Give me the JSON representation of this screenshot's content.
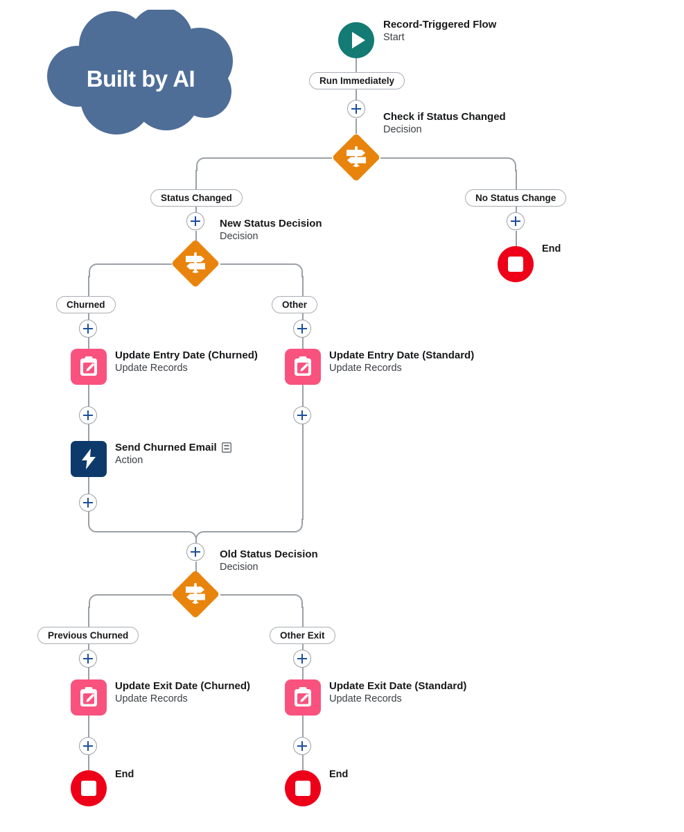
{
  "logo": {
    "text": "Built by AI",
    "color": "#4e6e98"
  },
  "colors": {
    "start": "#137a74",
    "decision": "#e8840c",
    "update_records": "#f9527f",
    "action": "#0d3a6b",
    "end": "#ed0018",
    "connector": "#9aa0a6",
    "plus": "#1b4f9c",
    "background": "#ffffff"
  },
  "nodes": {
    "start": {
      "title": "Record-Triggered Flow",
      "subtitle": "Start",
      "icon": "play-icon"
    },
    "decision1": {
      "title": "Check if Status Changed",
      "subtitle": "Decision",
      "icon": "signpost-icon"
    },
    "decision2": {
      "title": "New Status Decision",
      "subtitle": "Decision",
      "icon": "signpost-icon"
    },
    "decision3": {
      "title": "Old Status Decision",
      "subtitle": "Decision",
      "icon": "signpost-icon"
    },
    "update1": {
      "title": "Update Entry Date (Churned)",
      "subtitle": "Update Records",
      "icon": "clipboard-pencil-icon"
    },
    "update2": {
      "title": "Update Entry Date (Standard)",
      "subtitle": "Update Records",
      "icon": "clipboard-pencil-icon"
    },
    "action1": {
      "title": "Send Churned Email",
      "subtitle": "Action",
      "icon": "lightning-bolt-icon",
      "badge_icon": "notes-icon"
    },
    "update3": {
      "title": "Update Exit Date (Churned)",
      "subtitle": "Update Records",
      "icon": "clipboard-pencil-icon"
    },
    "update4": {
      "title": "Update Exit Date (Standard)",
      "subtitle": "Update Records",
      "icon": "clipboard-pencil-icon"
    },
    "end1": {
      "title": "End",
      "icon": "stop-icon"
    },
    "end2": {
      "title": "End",
      "icon": "stop-icon"
    },
    "end3": {
      "title": "End",
      "icon": "stop-icon"
    }
  },
  "branch_labels": {
    "run_immediately": "Run Immediately",
    "status_changed": "Status Changed",
    "no_status_change": "No Status Change",
    "churned": "Churned",
    "other": "Other",
    "previous_churned": "Previous Churned",
    "other_exit": "Other Exit"
  }
}
